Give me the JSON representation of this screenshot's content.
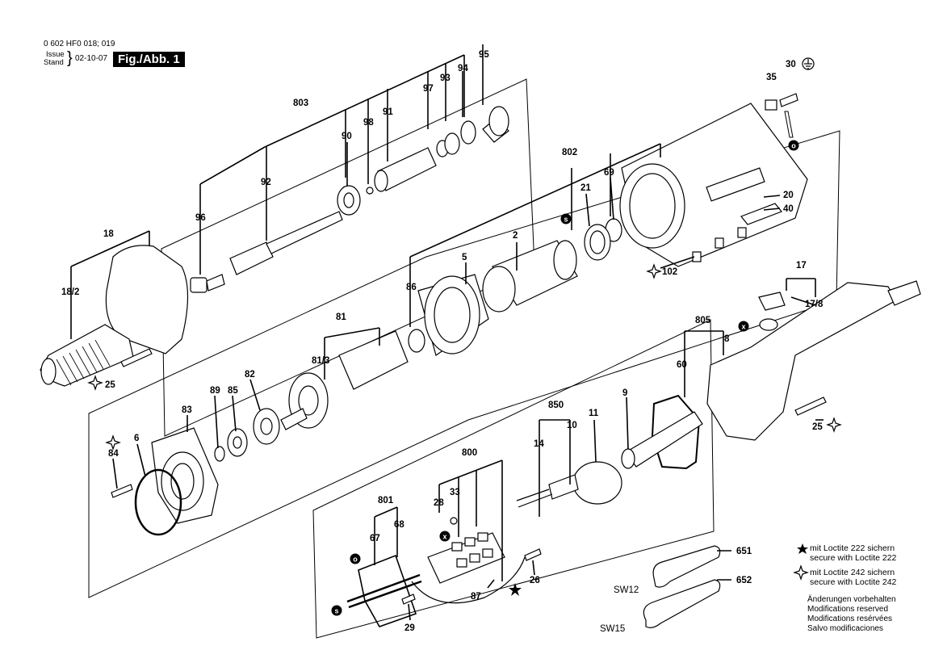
{
  "header": {
    "doc_numbers": "0 602 HF0 018; 019",
    "issue_label": "Issue",
    "stand_label": "Stand",
    "date": "02-10-07",
    "figure_label": "Fig./Abb. 1"
  },
  "parts": {
    "p803": "803",
    "p97": "97",
    "p93": "93",
    "p94": "94",
    "p95": "95",
    "p90": "90",
    "p98": "98",
    "p91": "91",
    "p92": "92",
    "p96": "96",
    "p18": "18",
    "p18_2": "18/2",
    "p25a": "25",
    "p802": "802",
    "p69": "69",
    "p21": "21",
    "p2": "2",
    "p5": "5",
    "p86": "86",
    "p35": "35",
    "p30": "30",
    "p20": "20",
    "p40": "40",
    "p102": "102",
    "p81": "81",
    "p81_3": "81/3",
    "p82": "82",
    "p85": "85",
    "p89": "89",
    "p83": "83",
    "p6": "6",
    "p84": "84",
    "p17": "17",
    "p17_8": "17/8",
    "p805": "805",
    "p8": "8",
    "p60": "60",
    "p9": "9",
    "p25b": "25",
    "p850": "850",
    "p14": "14",
    "p10": "10",
    "p11": "11",
    "p800": "800",
    "p33": "33",
    "p28": "28",
    "p801": "801",
    "p67": "67",
    "p68": "68",
    "p26": "26",
    "p87": "87",
    "p29": "29",
    "p651": "651",
    "p652": "652",
    "sw12": "SW12",
    "sw15": "SW15"
  },
  "legend": {
    "loctite222_de": "mit Loctite 222 sichern",
    "loctite222_en": "secure with Loctite 222",
    "loctite242_de": "mit Loctite 242 sichern",
    "loctite242_en": "secure with Loctite 242"
  },
  "notes": {
    "de": "Änderungen vorbehalten",
    "en": "Modifications reserved",
    "fr": "Modifications resérvées",
    "es": "Salvo modificaciones"
  }
}
